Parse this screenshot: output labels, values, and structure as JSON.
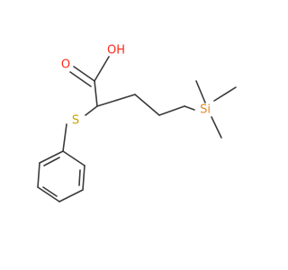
{
  "molecule": {
    "atoms": {
      "oxygen_carbonyl": "O",
      "hydroxyl": "OH",
      "sulfur": "S",
      "silicon": "Si"
    },
    "colors": {
      "oxygen": "#ff2a1a",
      "sulfur": "#c8a000",
      "silicon": "#e08a2a",
      "bond": "#3a3a3a"
    }
  }
}
